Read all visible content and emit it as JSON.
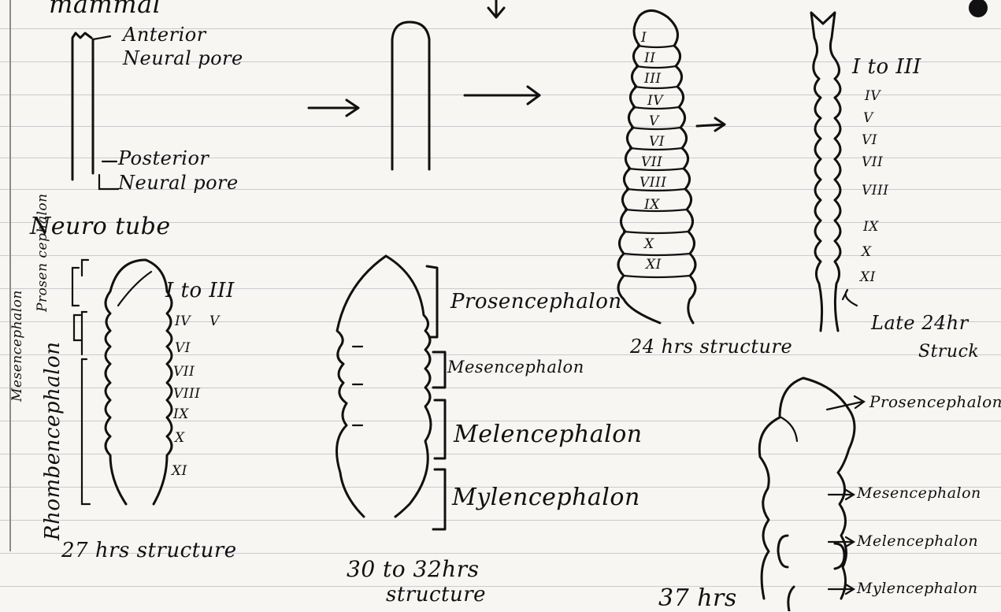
{
  "title_fragment": "mammal",
  "primitive_tube": {
    "anterior": "Anterior",
    "anterior_sub": "Neural pore",
    "posterior": "Posterior",
    "posterior_sub": "Neural pore"
  },
  "neurotube_label": "Neuro tube",
  "side_labels": {
    "prosencephalon": "Prosen cephalon",
    "mesencephalon": "Mesencephalon",
    "rhombencephalon": "Rhombencephalon"
  },
  "somite_24": [
    "I",
    "II",
    "III",
    "IV",
    "V",
    "VI",
    "VII",
    "VIII",
    "IX",
    "X",
    "XI"
  ],
  "late24": {
    "range": "I to III",
    "numbers": [
      "IV",
      "V",
      "VI",
      "VII",
      "VIII",
      "IX",
      "X",
      "XI"
    ],
    "caption_a": "Late 24hr",
    "caption_b": "Struck"
  },
  "caption_24": "24 hrs structure",
  "s27": {
    "range": "I to III",
    "row1a": "IV",
    "row1b": "V",
    "numbers": [
      "VI",
      "VII",
      "VIII",
      "IX",
      "X",
      "XI"
    ],
    "caption": "27 hrs structure"
  },
  "s30": {
    "regions": [
      "Prosencephalon",
      "Mesencephalon",
      "Melencephalon",
      "Mylencephalon"
    ],
    "caption_a": "30 to 32hrs",
    "caption_b": "structure"
  },
  "s37": {
    "regions": [
      "Prosencephalon",
      "Mesencephalon",
      "Melencephalon",
      "Mylencephalon"
    ],
    "caption": "37 hrs"
  }
}
